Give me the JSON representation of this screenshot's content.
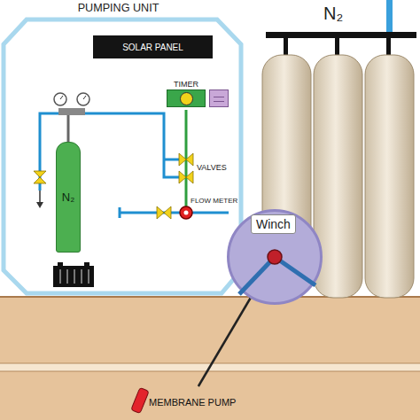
{
  "diagram": {
    "nodes": [
      {
        "text": [
          "PUMPING UNIT"
        ]
      },
      {
        "text": [
          "SOLAR PANEL"
        ],
        "in": 0
      },
      {
        "text": [
          "TIMER"
        ],
        "in": 0
      },
      {
        "text": [
          "N₂"
        ],
        "in": 0
      },
      {
        "text": [
          "Winch"
        ]
      },
      {
        "text": [
          "MEMBRANE PUMP"
        ]
      }
    ],
    "edges": [
      {
        "from": 4,
        "to": 5,
        "arrow": "none"
      }
    ],
    "labels": [
      "VALVES",
      "FLOW METER",
      "N₂"
    ]
  }
}
